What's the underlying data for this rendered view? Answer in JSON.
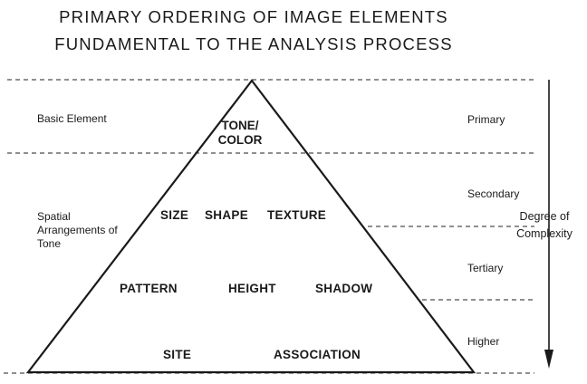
{
  "title": {
    "line1": "PRIMARY ORDERING OF IMAGE ELEMENTS",
    "line2": "FUNDAMENTAL TO THE ANALYSIS PROCESS"
  },
  "left_labels": {
    "basic": "Basic Element",
    "spatial": "Spatial Arrangements of Tone"
  },
  "pyramid": {
    "tone_color": "TONE/ COLOR",
    "size": "SIZE",
    "shape": "SHAPE",
    "texture": "TEXTURE",
    "pattern": "PATTERN",
    "height": "HEIGHT",
    "shadow": "SHADOW",
    "site": "SITE",
    "association": "ASSOCIATION"
  },
  "right_labels": {
    "primary": "Primary",
    "secondary": "Secondary",
    "tertiary": "Tertiary",
    "higher": "Higher"
  },
  "complexity": {
    "line1": "Degree of",
    "line2": "Complexity"
  }
}
